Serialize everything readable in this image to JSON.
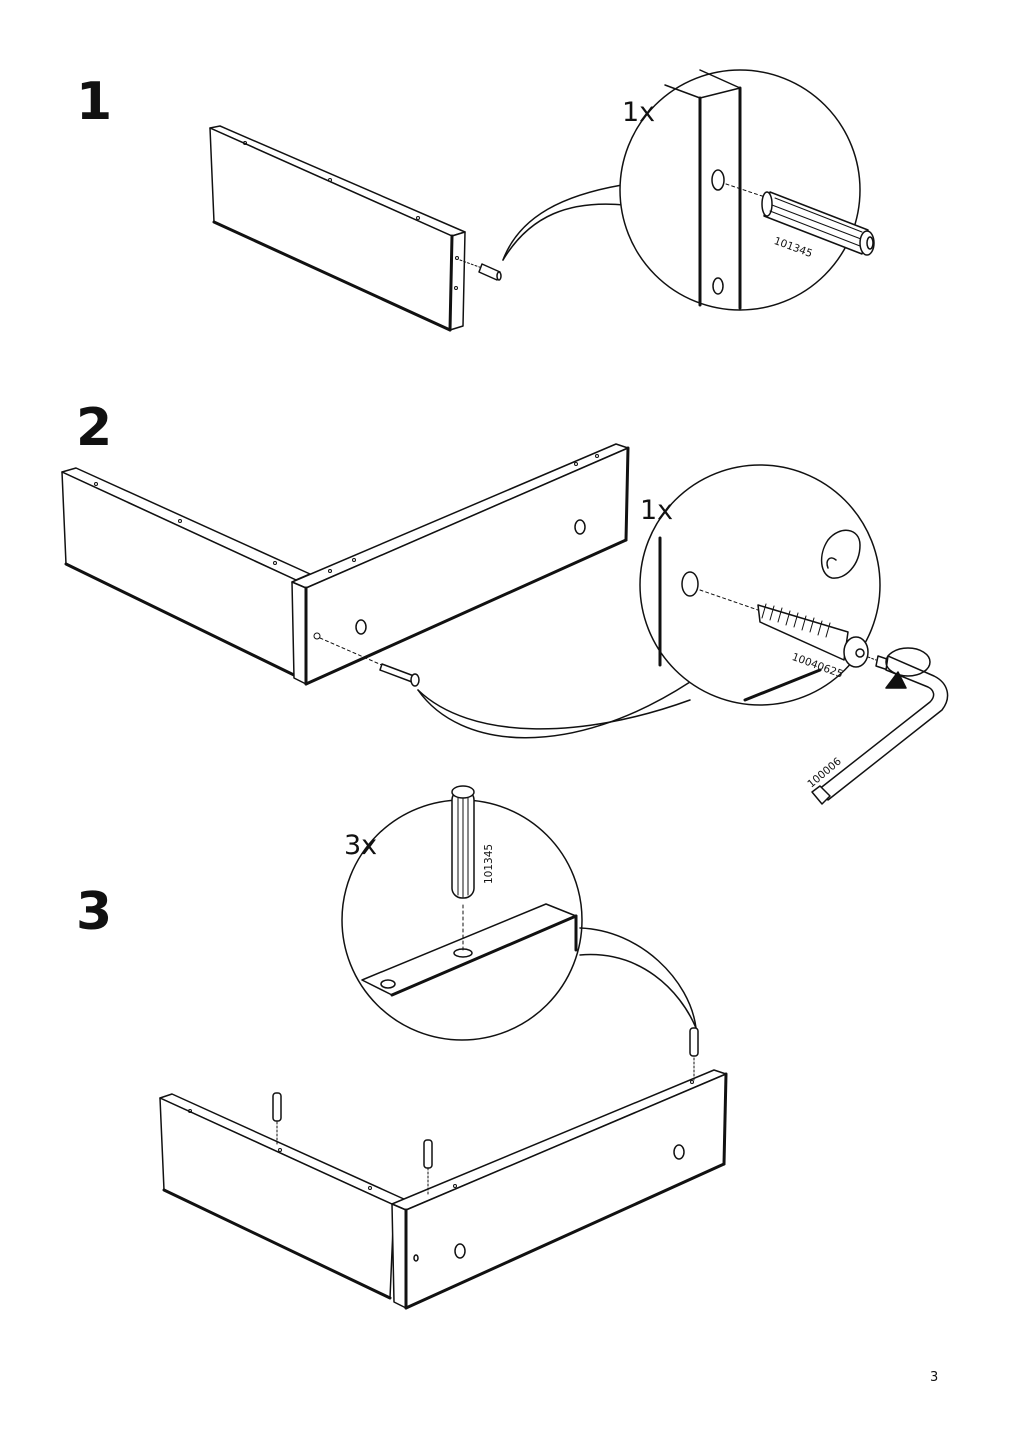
{
  "steps": [
    {
      "number": "1",
      "quantity": "1x",
      "part_number": "101345"
    },
    {
      "number": "2",
      "quantity": "1x",
      "part_number": "10040625",
      "tool_number": "100006"
    },
    {
      "number": "3",
      "quantity": "3x",
      "part_number": "101345"
    }
  ],
  "page": {
    "number": "3"
  }
}
